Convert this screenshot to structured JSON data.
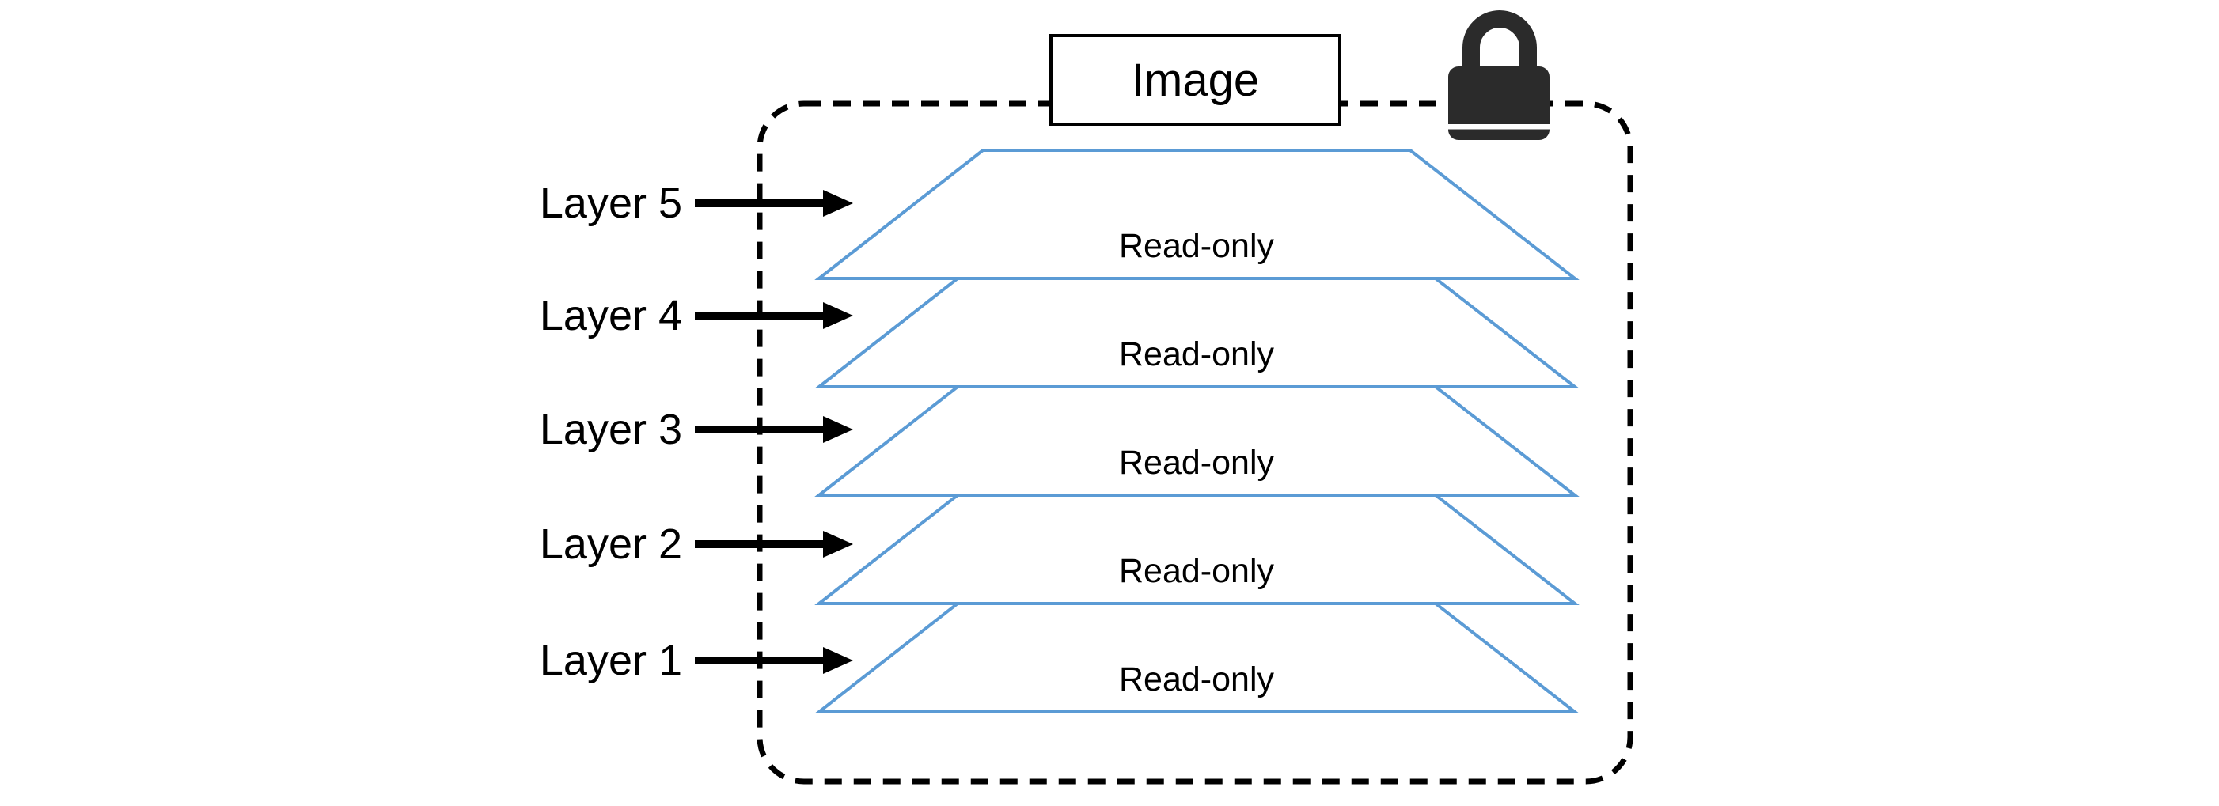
{
  "diagram": {
    "title_box": {
      "label": "Image"
    },
    "layers": [
      {
        "label": "Layer 5",
        "status": "Read-only"
      },
      {
        "label": "Layer 4",
        "status": "Read-only"
      },
      {
        "label": "Layer 3",
        "status": "Read-only"
      },
      {
        "label": "Layer 2",
        "status": "Read-only"
      },
      {
        "label": "Layer 1",
        "status": "Read-only"
      }
    ],
    "icons": {
      "lock": "padlock-locked"
    },
    "colors": {
      "layer_outline": "#5B9BD5",
      "lines_and_text": "#000000",
      "lock": "#2B2B2B",
      "background": "#ffffff"
    }
  }
}
